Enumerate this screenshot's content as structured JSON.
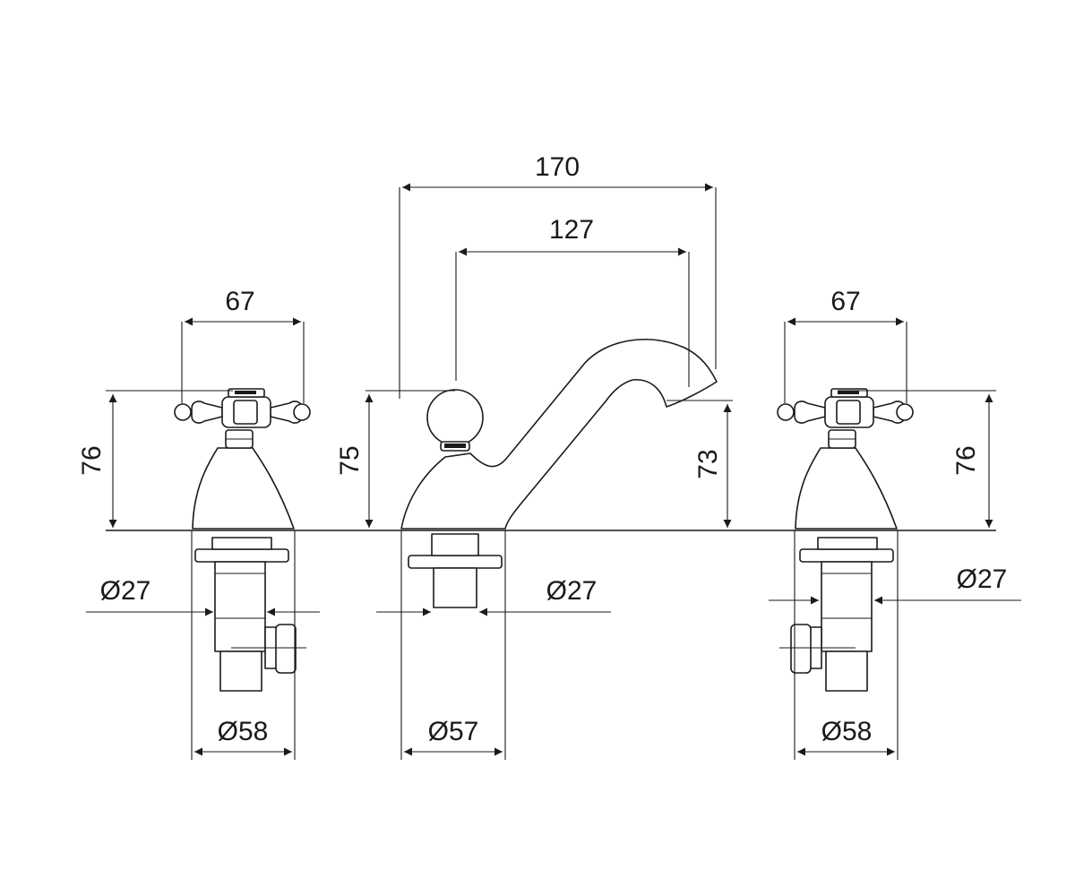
{
  "dimensions": {
    "overall_reach": "170",
    "handle_to_spout": "127",
    "left_handle_width": "67",
    "right_handle_width": "67",
    "left_tap_height": "76",
    "lever_height": "75",
    "spout_height": "73",
    "right_tap_height": "76",
    "left_shank_diameter": "Ø27",
    "center_shank_diameter": "Ø27",
    "right_shank_diameter": "Ø27",
    "left_base_diameter": "Ø58",
    "center_base_diameter": "Ø57",
    "right_base_diameter": "Ø58"
  },
  "colors": {
    "line": "#1a1a1a",
    "background": "#ffffff"
  }
}
